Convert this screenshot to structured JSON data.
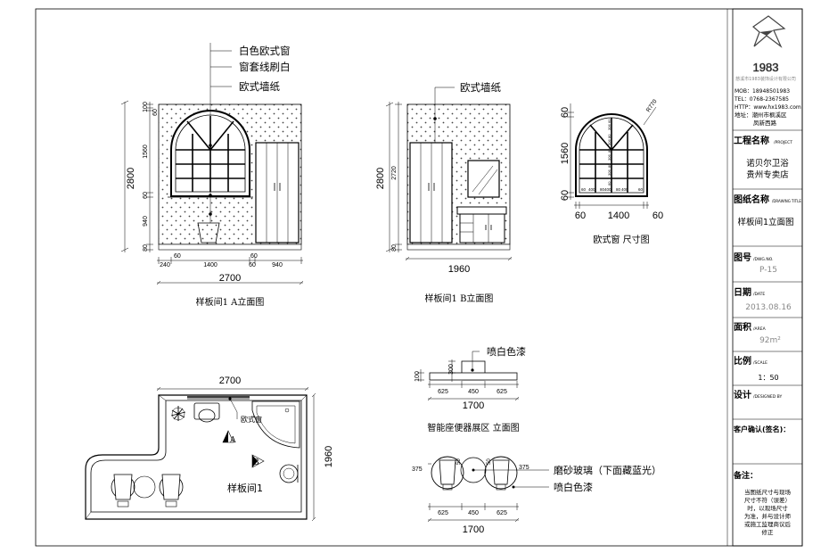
{
  "title_block": {
    "logo_number": "1983",
    "logo_sub": "慈溪市1983装饰设计有限公司",
    "mob": "MOB：18948501983",
    "tel": "TEL：0768-2367585",
    "http": "HTTP：www.hx1983.com",
    "address_1": "地址：潮州市枫溪区",
    "address_2": "凤新西路",
    "project_label": "工程名称",
    "project_label_en": "/PROJECT",
    "project_value_1": "诺贝尔卫浴",
    "project_value_2": "贵州专卖店",
    "drawing_label": "图纸名称",
    "drawing_label_en": "/DRAWING TITLE",
    "drawing_value": "样板间1立面图",
    "dwg_no_label": "图号",
    "dwg_no_label_en": "/DWG.NO.",
    "dwg_no_value": "P-15",
    "date_label": "日期",
    "date_label_en": "/DATE",
    "date_value": "2013.08.16",
    "area_label": "面积",
    "area_label_en": "/AREA",
    "area_value": "92m²",
    "scale_label": "比例",
    "scale_label_en": "/SCALE",
    "scale_value": "1：50",
    "design_label": "设计",
    "design_label_en": "/DESIGNED BY",
    "client_label": "客户确认(签名)：",
    "note_label": "备注：",
    "note_lines": [
      "当图纸尺寸与现场",
      "尺寸不符（误差）",
      "时，以现场尺寸",
      "为准，并与设计师",
      "或施工监理商议后",
      "修正"
    ]
  },
  "elevation_a": {
    "callouts": [
      "白色欧式窗",
      "窗套线刷白",
      "欧式墙纸"
    ],
    "height": "2800",
    "v_dims": [
      "100",
      "60",
      "1560",
      "60",
      "940",
      "80"
    ],
    "h_dims_top": [
      "60",
      "60"
    ],
    "h_dims": [
      "240",
      "1400",
      "60",
      "940"
    ],
    "width": "2700",
    "caption": "样板间1  A立面图"
  },
  "elevation_b": {
    "callouts": [
      "欧式墙纸"
    ],
    "height": "2800",
    "v_dims": [
      "2720",
      "80"
    ],
    "width": "1960",
    "caption": "样板间1  B立面图"
  },
  "window_detail": {
    "radius": "R770",
    "v_dims": [
      "60",
      "1560",
      "60"
    ],
    "bar_dims": [
      "60",
      "400",
      "80",
      "400",
      "80",
      "400",
      "60"
    ],
    "v_small": [
      "60",
      "306",
      "80",
      "306",
      "80",
      "306",
      "80",
      "306",
      "60"
    ],
    "h_dims": [
      "60",
      "1400",
      "60"
    ],
    "caption": "欧式窗  尺寸图"
  },
  "plan": {
    "width": "2700",
    "depth": "1960",
    "window_label": "欧式窗",
    "marker_a": "A",
    "marker_b": "B",
    "room_label": "样板间1"
  },
  "toilet_elevation": {
    "callout": "喷白色漆",
    "v_dims": [
      "300",
      "100"
    ],
    "h_dims": [
      "625",
      "450",
      "625"
    ],
    "total": "1700",
    "caption": "智能座便器展区  立面图"
  },
  "toilet_plan": {
    "callouts": [
      "磨砂玻璃（下面藏蓝光）",
      "喷白色漆"
    ],
    "side_dims": [
      "375",
      "375"
    ],
    "small_dims": [
      "50",
      "50"
    ],
    "h_dims": [
      "625",
      "450",
      "625"
    ],
    "total": "1700"
  },
  "colors": {
    "line": "#000000",
    "gray_text": "#888888",
    "background": "#ffffff"
  }
}
